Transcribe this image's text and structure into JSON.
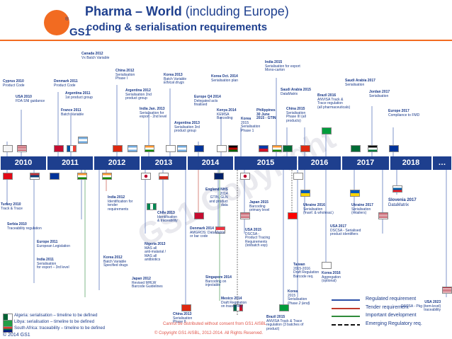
{
  "header": {
    "title_main": "Pharma – World",
    "title_sub": " (including Europe)",
    "subtitle": "coding & serialisation requirements",
    "logo_text": "GS1",
    "registered": "®"
  },
  "watermark": "GS1 Copyright",
  "years": [
    "2010",
    "2011",
    "2012",
    "2013",
    "2014",
    "2015",
    "2016",
    "2017",
    "2018",
    "…"
  ],
  "colors": {
    "blue": "#1e3f8e",
    "regulated": "#2b4fa8",
    "tender": "#c0392b",
    "important": "#2e8b3a",
    "emerging": "#111111"
  },
  "events": {
    "canada": {
      "t": "Canada 2012",
      "l": [
        "Vx Batch Variable"
      ]
    },
    "cyprus": {
      "t": "Cyprus 2010",
      "l": [
        "Product Code"
      ]
    },
    "usa2010": {
      "t": "USA 2010",
      "l": [
        "FDA SNI guidance"
      ]
    },
    "denmark": {
      "t": "Denmark 2011",
      "l": [
        "Product Code"
      ]
    },
    "argentina2011": {
      "t": "Argentina 2011",
      "l": [
        "1st product group"
      ]
    },
    "france": {
      "t": "France 2011",
      "l": [
        "Batch Variable"
      ]
    },
    "china2012": {
      "t": "China 2012",
      "l": [
        "Serialisation",
        "Phase I"
      ]
    },
    "argentina2012": {
      "t": "Argentina 2012",
      "l": [
        "Serialisation 2nd",
        "product group"
      ]
    },
    "india_jan": {
      "t": "India Jan. 2013",
      "l": [
        "Serialisation for",
        "export - 2nd level"
      ]
    },
    "korea2013": {
      "t": "Korea 2013",
      "l": [
        "Batch Variable",
        "Ethical drugs"
      ]
    },
    "argentina2013": {
      "t": "Argentina 2013",
      "l": [
        "Serialisation 3rd",
        "product group"
      ]
    },
    "europe_q4": {
      "t": "Europe Q4 2014",
      "l": [
        "Delegated acts",
        "finalised"
      ]
    },
    "korea_oct": {
      "t": "Korea Oct. 2014",
      "l": [
        "Serialisation plan"
      ]
    },
    "kenya": {
      "t": "Kenya 2014",
      "l": [
        "KEMSA",
        "Barcoding"
      ]
    },
    "korea2015top": {
      "t": "Korea",
      "l": [
        "2015",
        "Serialisation",
        "Phase 1"
      ]
    },
    "india2015": {
      "t": "India 2015",
      "l": [
        "Serialisation for export",
        "Mono-carton"
      ]
    },
    "philippines": {
      "t": "Philippines",
      "l": [
        "30 June",
        "2015 - GTIN"
      ]
    },
    "saudi2015": {
      "t": "Saudi Arabia 2015",
      "l": [
        "DataMatrix"
      ]
    },
    "china2015": {
      "t": "China 2015",
      "l": [
        "Serialisation",
        "Phase III (all",
        "products)"
      ]
    },
    "brazil2016": {
      "t": "Brazil 2016",
      "l": [
        "ANVISA Track &",
        "Trace regulation",
        "(all pharmaceuticals)"
      ]
    },
    "saudi2017": {
      "t": "Saudi Arabia 2017",
      "l": [
        "Serialisation"
      ]
    },
    "jordan": {
      "t": "Jordan 2017",
      "l": [
        "Serialisation"
      ]
    },
    "europe2017": {
      "t": "Europe 2017",
      "l": [
        "Compliance to FMD"
      ]
    },
    "turkey": {
      "t": "Turkey 2010",
      "l": [
        "Track & Trace"
      ]
    },
    "serbia": {
      "t": "Serbia 2010",
      "l": [
        "Traceability regulation"
      ]
    },
    "europe2011": {
      "t": "Europe 2011",
      "l": [
        "European Legislation"
      ]
    },
    "india2011": {
      "t": "India 2011",
      "l": [
        "Serialisation",
        "for export – 3rd level"
      ]
    },
    "india2012": {
      "t": "India 2012",
      "l": [
        "Identification for",
        "tender",
        "requirements"
      ]
    },
    "korea2012": {
      "t": "Korea 2012",
      "l": [
        "Batch Variable",
        "Specified drugs"
      ]
    },
    "japan2012": {
      "t": "Japan 2012",
      "l": [
        "Revised MHLW",
        "Barcode Guidelines"
      ]
    },
    "chile": {
      "t": "Chile 2013",
      "l": [
        "Identification",
        "& traceability"
      ]
    },
    "nigeria": {
      "t": "Nigeria 2013",
      "l": [
        "MAS all",
        "anti-malarial /",
        "MAS all",
        "antibiotics"
      ]
    },
    "china2013": {
      "t": "China 2013",
      "l": [
        "Serialisation",
        "Phase II"
      ]
    },
    "england": {
      "t": "England NHS",
      "l": [
        "2014",
        "GTIN, GLN",
        "and product",
        "data"
      ]
    },
    "denmark2014": {
      "t": "Denmark 2014",
      "l": [
        "AMGROS: DataMatrix",
        "or bar code"
      ]
    },
    "singapore": {
      "t": "Singapore 2014",
      "l": [
        "Barcoding on",
        "injectable"
      ]
    },
    "mexico": {
      "t": "Mexico 2014",
      "l": [
        "Draft Regulation",
        "on traceability"
      ]
    },
    "japan2015": {
      "t": "Japan 2015",
      "l": [
        "Barcoding",
        "primary level"
      ]
    },
    "usa2015": {
      "t": "USA 2015",
      "l": [
        "DSCSA -",
        "Product Tracing",
        "Requirements",
        "(lot/batch exp)"
      ]
    },
    "brazil2015": {
      "t": "Brazil 2015",
      "l": [
        "ANVISA Track & Trace",
        "regulation (3 batches of",
        "product)"
      ]
    },
    "taiwan": {
      "t": "Taiwan",
      "l": [
        "2015-2016",
        "Draft Regulation",
        "Barcode req."
      ]
    },
    "korea2015bot": {
      "t": "Korea",
      "l": [
        "2015",
        "Serialisation",
        "Phase 2 (end)"
      ]
    },
    "ukraine2016": {
      "t": "Ukraine 2016",
      "l": [
        "Serialisation",
        "(manf. & wholesal.)"
      ]
    },
    "korea2016": {
      "t": "Korea 2016",
      "l": [
        "Aggregation",
        "(optional)"
      ]
    },
    "ukraine2017": {
      "t": "Ukraine 2017",
      "l": [
        "Serialisation",
        "(retailers)"
      ]
    },
    "usa2017": {
      "t": "USA 2017",
      "l": [
        "DSCSA - Serialised",
        "product identifiers"
      ]
    },
    "slovenia": {
      "t": "Slovenia 2017",
      "l": [
        "DataMatrix"
      ]
    },
    "usa2023": {
      "t": "USA 2023",
      "l": [
        "DSCSA - Pkg (item-level)",
        "traceability"
      ]
    }
  },
  "footnotes": [
    "Algeria: serialisation – timeline to be defined",
    "Libya: serialisation – timeline to be defined",
    "South Africa: traceability – timeline to be defined"
  ],
  "legend": [
    {
      "label": "Regulated requirement"
    },
    {
      "label": "Tender requirement"
    },
    {
      "label": "Important development"
    },
    {
      "label": "Emerging Regulatory req."
    }
  ],
  "footer": {
    "copyright_left": "© 2014 GS1",
    "disclaimer": "Cannot be distributed without consent from GS1 AISBL",
    "copyright_center": "© Copyright GS1 AISBL, 2012-2014.  All Rights Reserved."
  }
}
